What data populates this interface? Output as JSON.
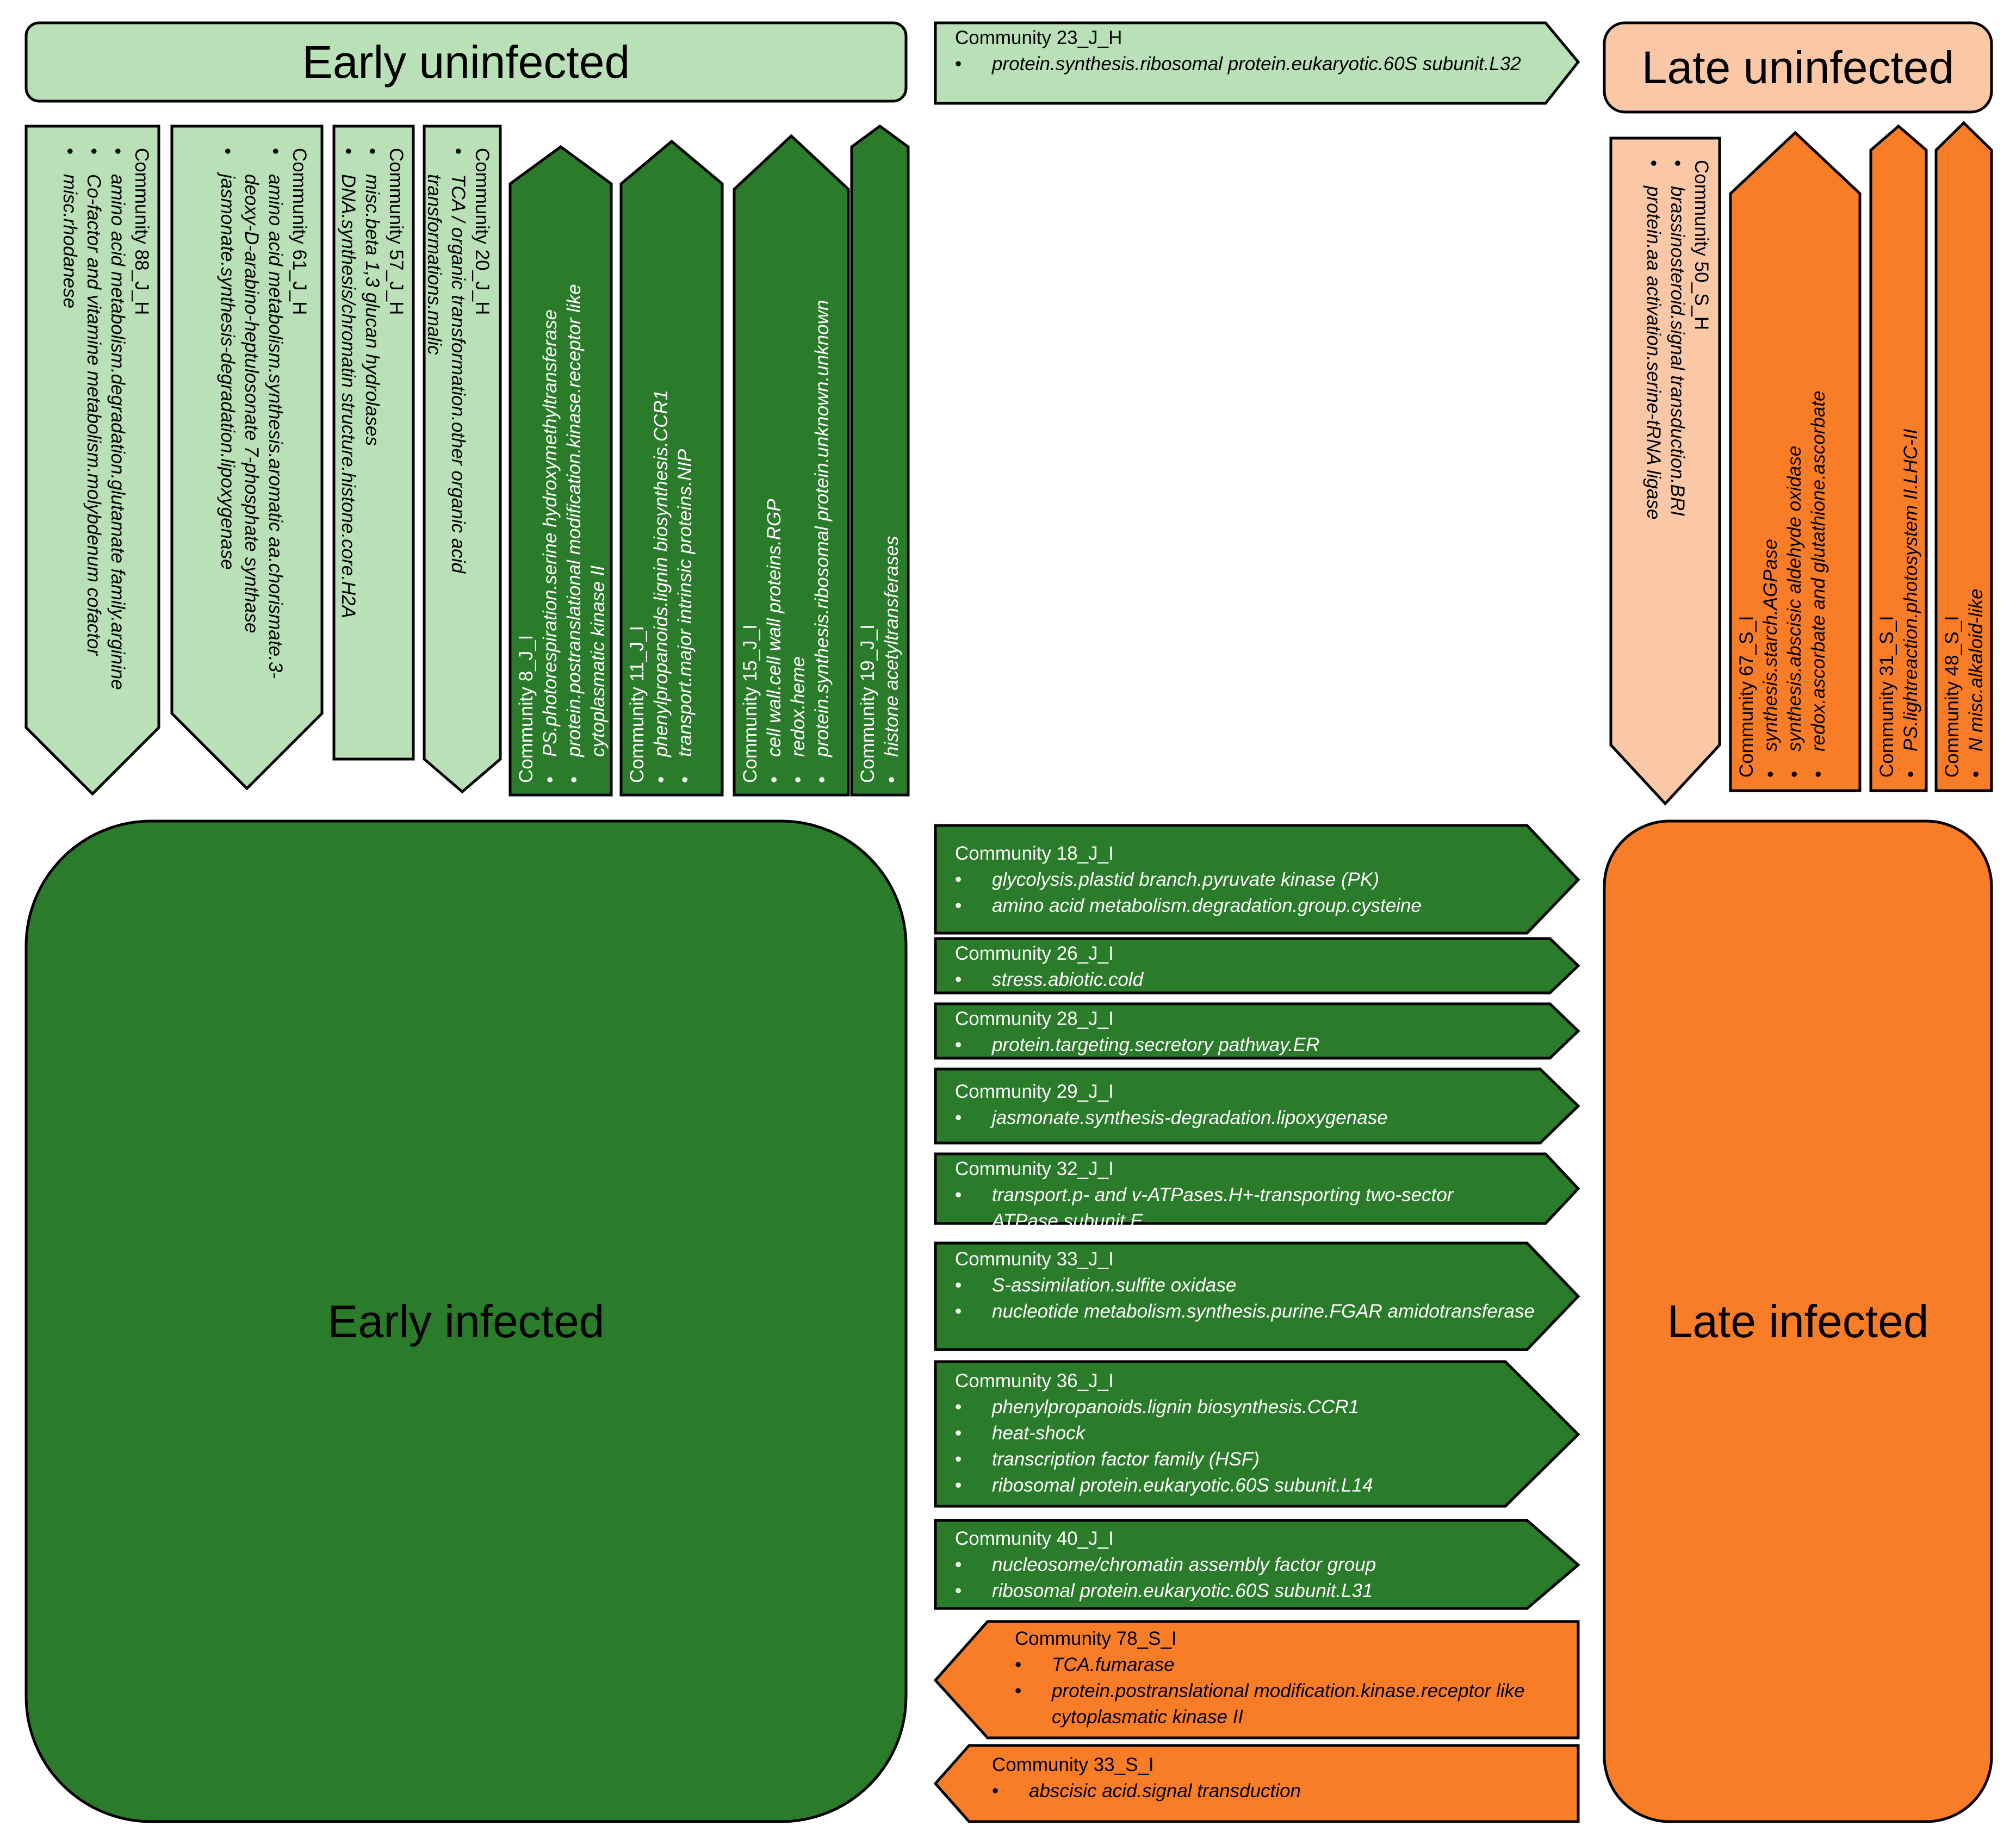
{
  "colors": {
    "light_green": "#b9e0b6",
    "dark_green": "#2a7c2a",
    "light_orange": "#fac8a6",
    "orange": "#f97c26",
    "stroke": "#000000"
  },
  "regions": {
    "early_uninfected": "Early uninfected",
    "late_uninfected": "Late uninfected",
    "early_infected": "Early infected",
    "late_infected": "Late infected"
  },
  "horizontal_communities": [
    {
      "title": "Community 23_J_H",
      "items": [
        "protein.synthesis.ribosomal protein.eukaryotic.60S subunit.L32"
      ]
    },
    {
      "title": "Community 18_J_I",
      "items": [
        "glycolysis.plastid branch.pyruvate kinase (PK)",
        "amino acid metabolism.degradation.group.cysteine"
      ]
    },
    {
      "title": "Community 26_J_I",
      "items": [
        "stress.abiotic.cold"
      ]
    },
    {
      "title": "Community 28_J_I",
      "items": [
        "protein.targeting.secretory pathway.ER"
      ]
    },
    {
      "title": "Community 29_J_I",
      "items": [
        "jasmonate.synthesis-degradation.lipoxygenase"
      ]
    },
    {
      "title": "Community 32_J_I",
      "items": [
        "transport.p- and v-ATPases.H+-transporting two-sector ATPase.subunit E"
      ]
    },
    {
      "title": "Community 33_J_I",
      "items": [
        "S-assimilation.sulfite oxidase",
        "nucleotide metabolism.synthesis.purine.FGAR amidotransferase"
      ]
    },
    {
      "title": "Community 36_J_I",
      "items": [
        "phenylpropanoids.lignin biosynthesis.CCR1",
        "heat-shock",
        "transcription factor family (HSF)",
        "ribosomal protein.eukaryotic.60S subunit.L14"
      ]
    },
    {
      "title": "Community 40_J_I",
      "items": [
        "nucleosome/chromatin assembly factor group",
        "ribosomal protein.eukaryotic.60S subunit.L31"
      ]
    },
    {
      "title": "Community 78_S_I",
      "items": [
        "TCA.fumarase",
        "protein.postranslational modification.kinase.receptor like cytoplasmatic kinase II"
      ]
    },
    {
      "title": "Community 33_S_I",
      "items": [
        "abscisic acid.signal transduction"
      ]
    }
  ],
  "vertical_communities": [
    {
      "title": "Community 88_J_H",
      "items": [
        "amino acid metabolism.degradation.glutamate family.arginine",
        "Co-factor and vitamine metabolism.molybdenum cofactor",
        "misc.rhodanese"
      ]
    },
    {
      "title": "Community 61_J_H",
      "items": [
        "amino acid metabolism.synthesis.aromatic aa.chorismate.3-deoxy-D-arabino-heptulosonate 7-phosphate synthase",
        "jasmonate.synthesis-degradation.lipoxygenase"
      ]
    },
    {
      "title": "Community 57_J_H",
      "items": [
        "misc.beta 1,3 glucan hydrolases",
        "DNA.synthesis/chromatin structure.histone.core.H2A"
      ]
    },
    {
      "title": "Community 20_J_H",
      "items": [
        "TCA / organic transformation.other organic acid transformations.malic"
      ]
    },
    {
      "title": "Community 8_J_I",
      "items": [
        "PS.photorespiration.serine hydroxymethyltransferase",
        "protein.postranslational modification.kinase.receptor like cytoplasmatic kinase II"
      ]
    },
    {
      "title": "Community 11_J_I",
      "items": [
        "phenylpropanoids.lignin biosynthesis.CCR1",
        "transport.major intrinsic proteins.NIP"
      ]
    },
    {
      "title": "Community 15_J_I",
      "items": [
        "cell wall.cell wall proteins.RGP",
        "redox.heme",
        "protein.synthesis.ribosomal protein.unknown.unknown"
      ]
    },
    {
      "title": "Community 19_J_I",
      "items": [
        "histone acetyltransferases"
      ]
    },
    {
      "title": "Community 50_S_H",
      "items": [
        "brassinosteroid.signal transduction.BRI",
        "protein.aa activation.serine-tRNA ligase"
      ]
    },
    {
      "title": "Community 67_S_I",
      "items": [
        "synthesis.starch.AGPase",
        "synthesis.abscisic aldehyde oxidase",
        "redox.ascorbate and glutathione.ascorbate"
      ]
    },
    {
      "title": "Community 31_S_I",
      "items": [
        "PS.lightreaction.photosystem II.LHC-II"
      ]
    },
    {
      "title": "Community 48_S_I",
      "items": [
        "N misc.alkaloid-like"
      ]
    }
  ]
}
